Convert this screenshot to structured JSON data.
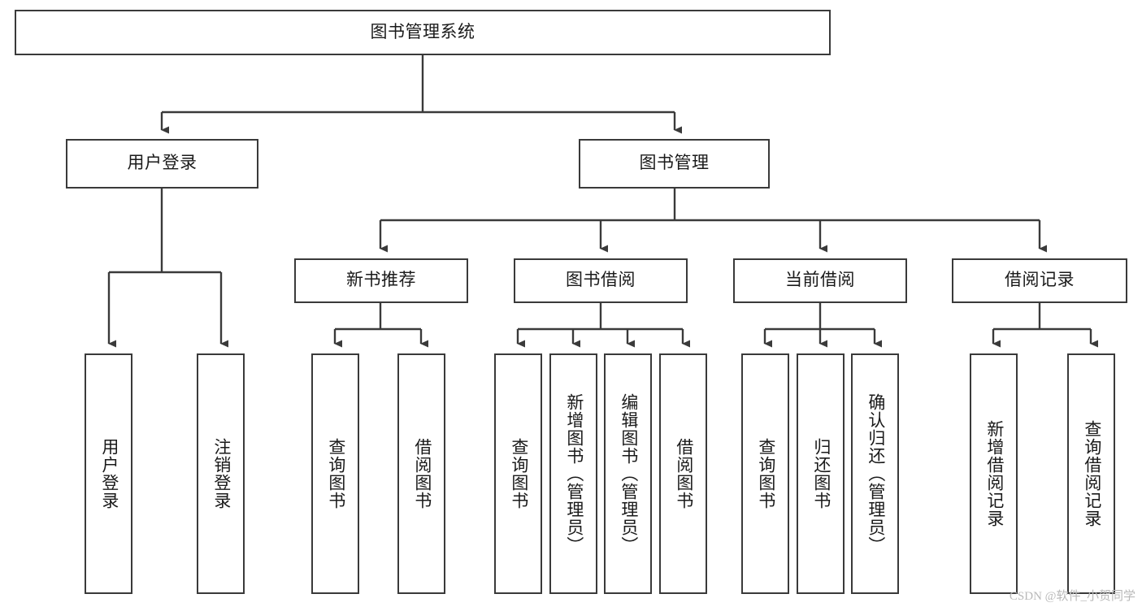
{
  "diagram": {
    "title": "图书管理系统",
    "type": "tree-hierarchy-diagram",
    "colors": {
      "box_border": "#3a3a3a",
      "box_fill": "#ffffff",
      "edge": "#3a3a3a",
      "text": "#1a1a1a",
      "watermark": "#b9b9b9"
    },
    "root": {
      "label": "图书管理系统"
    },
    "level1": [
      {
        "id": "user-login",
        "label": "用户登录"
      },
      {
        "id": "book-management",
        "label": "图书管理"
      }
    ],
    "level2": [
      {
        "id": "new-book-recommend",
        "label": "新书推荐"
      },
      {
        "id": "book-borrow",
        "label": "图书借阅"
      },
      {
        "id": "current-borrow",
        "label": "当前借阅"
      },
      {
        "id": "borrow-record",
        "label": "借阅记录"
      }
    ],
    "leaves": {
      "user_login": [
        {
          "id": "leaf-user-login",
          "label": "用户登录"
        },
        {
          "id": "leaf-logout-login",
          "label": "注销登录"
        }
      ],
      "new_book_recommend": [
        {
          "id": "leaf-query-book-1",
          "label": "查询图书"
        },
        {
          "id": "leaf-borrow-book-1",
          "label": "借阅图书"
        }
      ],
      "book_borrow": [
        {
          "id": "leaf-query-book-2",
          "label": "查询图书"
        },
        {
          "id": "leaf-add-book",
          "label": "新增图书（管理员）"
        },
        {
          "id": "leaf-edit-book",
          "label": "编辑图书（管理员）"
        },
        {
          "id": "leaf-borrow-book-2",
          "label": "借阅图书"
        }
      ],
      "current_borrow": [
        {
          "id": "leaf-query-book-3",
          "label": "查询图书"
        },
        {
          "id": "leaf-return-book",
          "label": "归还图书"
        },
        {
          "id": "leaf-confirm-return",
          "label": "确认归还（管理员）"
        }
      ],
      "borrow_record": [
        {
          "id": "leaf-add-record",
          "label": "新增借阅记录"
        },
        {
          "id": "leaf-query-record",
          "label": "查询借阅记录"
        }
      ]
    },
    "watermark": "CSDN @软件_小贺同学"
  }
}
